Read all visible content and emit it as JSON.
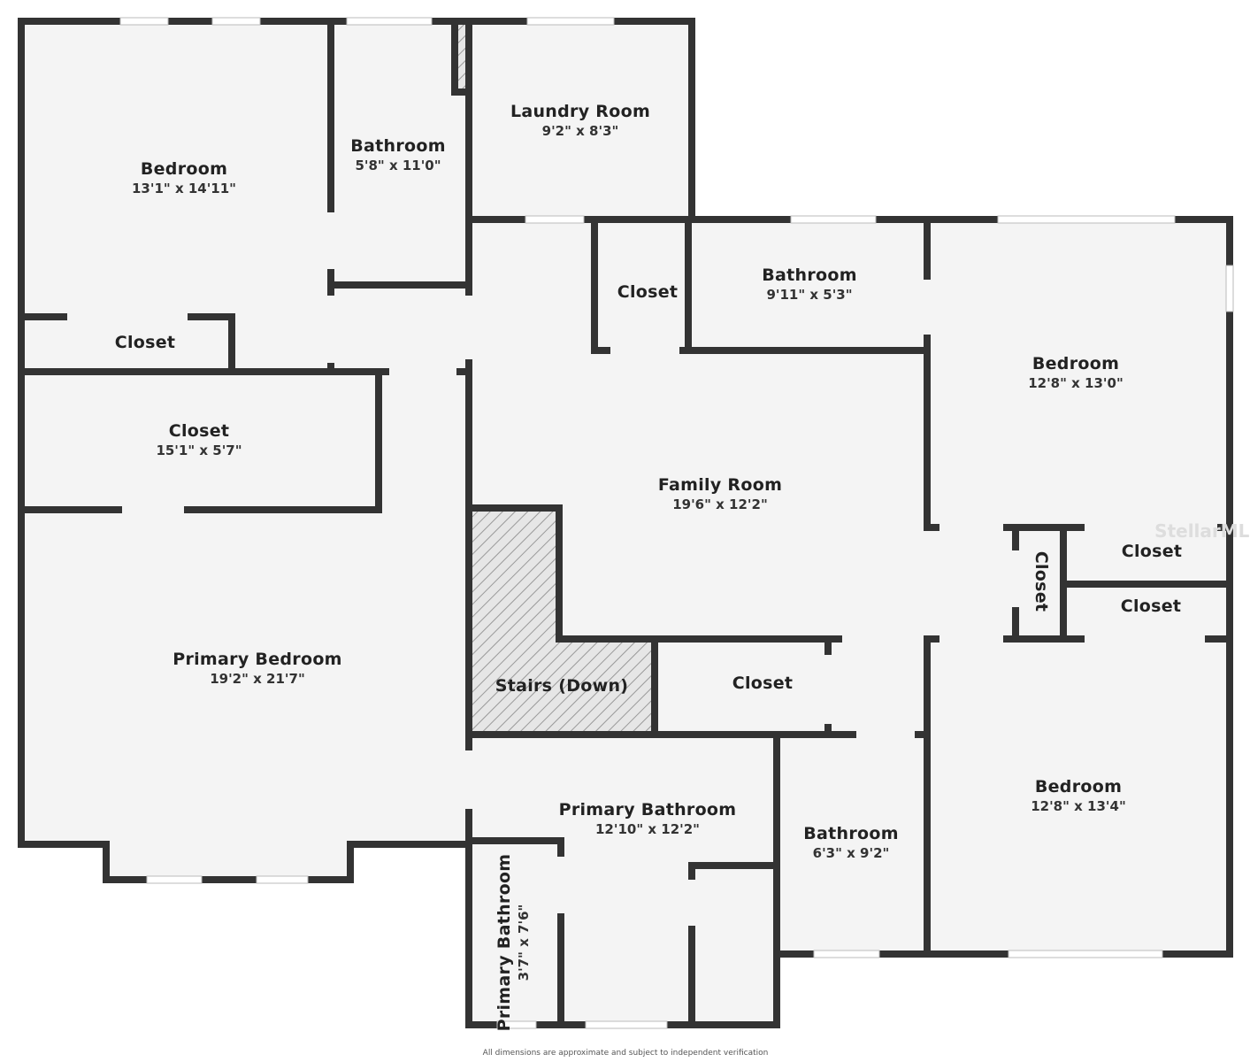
{
  "rooms": {
    "bedroom_tl": {
      "name": "Bedroom",
      "dims": "13'1\" x 14'11\""
    },
    "bathroom_top": {
      "name": "Bathroom",
      "dims": "5'8\" x 11'0\""
    },
    "laundry": {
      "name": "Laundry Room",
      "dims": "9'2\" x 8'3\""
    },
    "closet_tl": {
      "name": "Closet"
    },
    "closet_family_top": {
      "name": "Closet"
    },
    "bathroom_mid": {
      "name": "Bathroom",
      "dims": "9'11\" x 5'3\""
    },
    "bedroom_tr": {
      "name": "Bedroom",
      "dims": "12'8\" x 13'0\""
    },
    "walkin_closet": {
      "name": "Closet",
      "dims": "15'1\" x 5'7\""
    },
    "family_room": {
      "name": "Family Room",
      "dims": "19'6\" x 12'2\""
    },
    "closet_vertical": {
      "name": "Closet"
    },
    "closet_r1": {
      "name": "Closet"
    },
    "closet_r2": {
      "name": "Closet"
    },
    "primary_bedroom": {
      "name": "Primary Bedroom",
      "dims": "19'2\" x 21'7\""
    },
    "stairs": {
      "name": "Stairs (Down)"
    },
    "closet_mid": {
      "name": "Closet"
    },
    "primary_bathroom": {
      "name": "Primary Bathroom",
      "dims": "12'10\" x 12'2\""
    },
    "primary_bathroom_small": {
      "name": "Primary Bathroom",
      "dims": "3'7\" x 7'6\""
    },
    "bathroom_bottom": {
      "name": "Bathroom",
      "dims": "6'3\" x 9'2\""
    },
    "bedroom_br": {
      "name": "Bedroom",
      "dims": "12'8\" x 13'4\""
    }
  },
  "footer": "All dimensions are approximate and subject to independent verification",
  "watermark": "StellarMLS",
  "colors": {
    "wall": "#333333",
    "floor": "#f4f4f4"
  }
}
